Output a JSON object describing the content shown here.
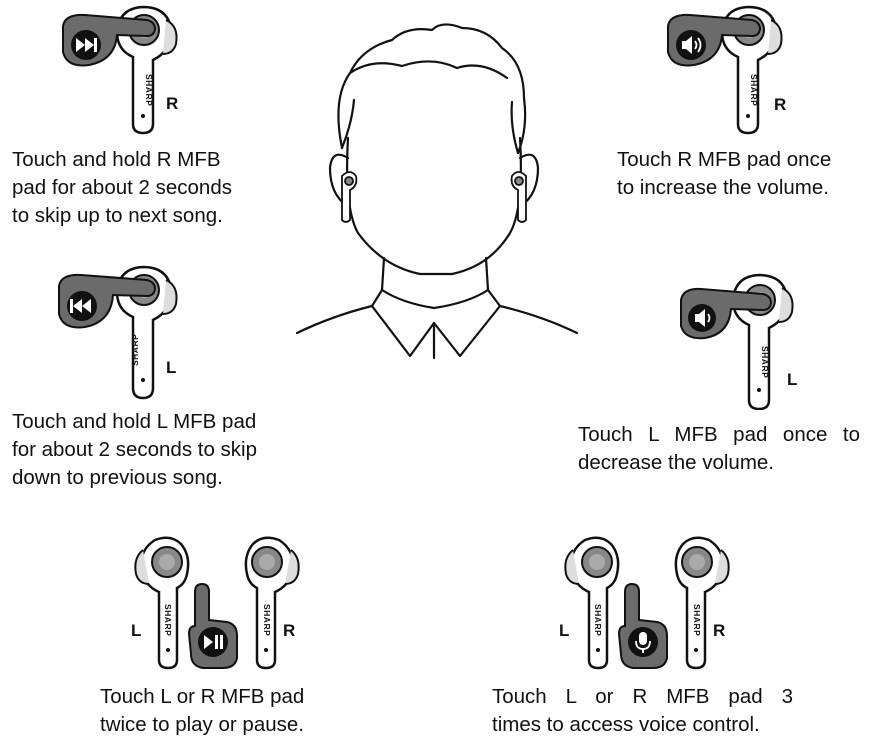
{
  "panels": {
    "skip_next": {
      "side": "R",
      "brand": "SHARP",
      "icon": "skip-forward-icon",
      "lines": [
        "Touch and hold R MFB",
        "pad for about 2 seconds",
        "to skip up to next song."
      ]
    },
    "vol_up": {
      "side": "R",
      "brand": "SHARP",
      "icon": "volume-up-icon",
      "lines": [
        "Touch R MFB pad once",
        "to increase the volume."
      ]
    },
    "skip_prev": {
      "side": "L",
      "brand": "SHARP",
      "icon": "skip-back-icon",
      "lines": [
        "Touch and hold L MFB pad",
        "for about 2 seconds to skip",
        "down to previous song."
      ]
    },
    "vol_down": {
      "side": "L",
      "brand": "SHARP",
      "icon": "volume-down-icon",
      "lines": [
        "Touch L MFB pad once to",
        "decrease the volume."
      ]
    },
    "play_pause": {
      "left_side": "L",
      "right_side": "R",
      "brand": "SHARP",
      "icon": "play-pause-icon",
      "lines": [
        "Touch L or R MFB pad",
        "twice to play or pause."
      ]
    },
    "voice": {
      "left_side": "L",
      "right_side": "R",
      "brand": "SHARP",
      "icon": "microphone-icon",
      "lines": [
        "Touch L or R MFB pad 3",
        "times to access voice control."
      ]
    }
  },
  "colors": {
    "ink": "#111111",
    "icon_fill": "#6b6b6b",
    "pad_fill": "#8a8a8a"
  }
}
